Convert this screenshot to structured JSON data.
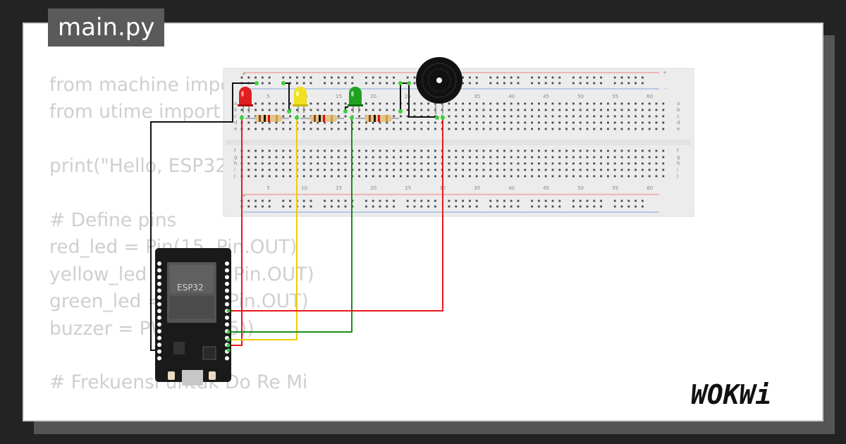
{
  "tab": {
    "filename": "main.py"
  },
  "code_lines": [
    "from machine import Pin",
    "from utime import sleep",
    "",
    "print(\"Hello, ESP32!\")",
    "",
    "# Define pins",
    "red_led = Pin(15, Pin.OUT)",
    "yellow_led = Pin(2, Pin.OUT)",
    "green_led = Pin(4, Pin.OUT)",
    "buzzer = PWM(Pin(5))",
    "",
    "# Frekuensi untuk Do Re Mi"
  ],
  "breadboard": {
    "top_column_labels": [
      "5",
      "10",
      "15",
      "20",
      "25",
      "30",
      "35",
      "40",
      "45",
      "50",
      "55",
      "60"
    ],
    "bottom_column_labels": [
      "5",
      "10",
      "15",
      "20",
      "25",
      "30",
      "35",
      "40",
      "45",
      "50",
      "55",
      "60"
    ],
    "top_row_labels": [
      "a",
      "b",
      "c",
      "d",
      "e"
    ],
    "bottom_row_labels": [
      "f",
      "g",
      "h",
      "i",
      "j"
    ],
    "rail_plus": "+",
    "rail_minus": "-"
  },
  "esp32": {
    "chip_label": "ESP32"
  },
  "logo": {
    "text": "WOKWi"
  },
  "colors": {
    "background": "#232323",
    "card": "#ffffff",
    "tab": "#5a5a5a",
    "code_text": "#cfcfcf",
    "breadboard": "#ececec",
    "wire_red": "#e8191a",
    "wire_yellow": "#f2cc00",
    "wire_green": "#1a8c1a",
    "wire_black": "#111111",
    "led_red": "#e02020",
    "led_yellow": "#f0e020",
    "led_green": "#20a020"
  }
}
